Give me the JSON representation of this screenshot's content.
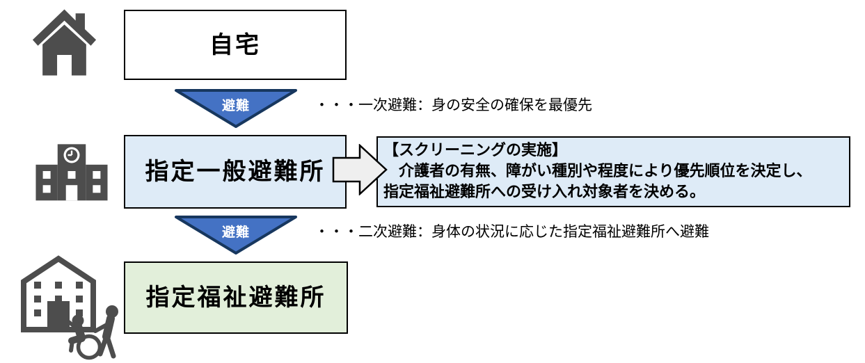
{
  "colors": {
    "icon_gray": "#4D4D4D",
    "arrow_blue": "#4472C4",
    "arrow_border": "#17375E",
    "box_blue_fill": "#DEEBF7",
    "box_green_fill": "#E2EFDA",
    "box_border": "#000000",
    "block_arrow_fill": "#EFEFEF",
    "text_color": "#000000"
  },
  "nodes": {
    "home": {
      "label": "自宅"
    },
    "general_shelter": {
      "label": "指定一般避難所"
    },
    "welfare_shelter": {
      "label": "指定福祉避難所"
    }
  },
  "arrows": {
    "evac1": {
      "label": "避難"
    },
    "evac2": {
      "label": "避難"
    }
  },
  "notes": {
    "primary": "・・・一次避難：身の安全の確保を最優先",
    "secondary": "・・・二次避難：身体の状況に応じた指定福祉避難所へ避難"
  },
  "screening": {
    "title": "【スクリーニングの実施】",
    "line2": "　介護者の有無、障がい種別や程度により優先順位を決定し、",
    "line3": "指定福祉避難所への受け入れ対象者を決める。"
  },
  "icons": {
    "home": "house",
    "general_shelter": "school-building-with-clock",
    "welfare_shelter": "building-with-wheelchair-user-and-caregiver",
    "flow_down": "blue-triangle-down-arrow",
    "flow_right": "block-right-arrow"
  }
}
